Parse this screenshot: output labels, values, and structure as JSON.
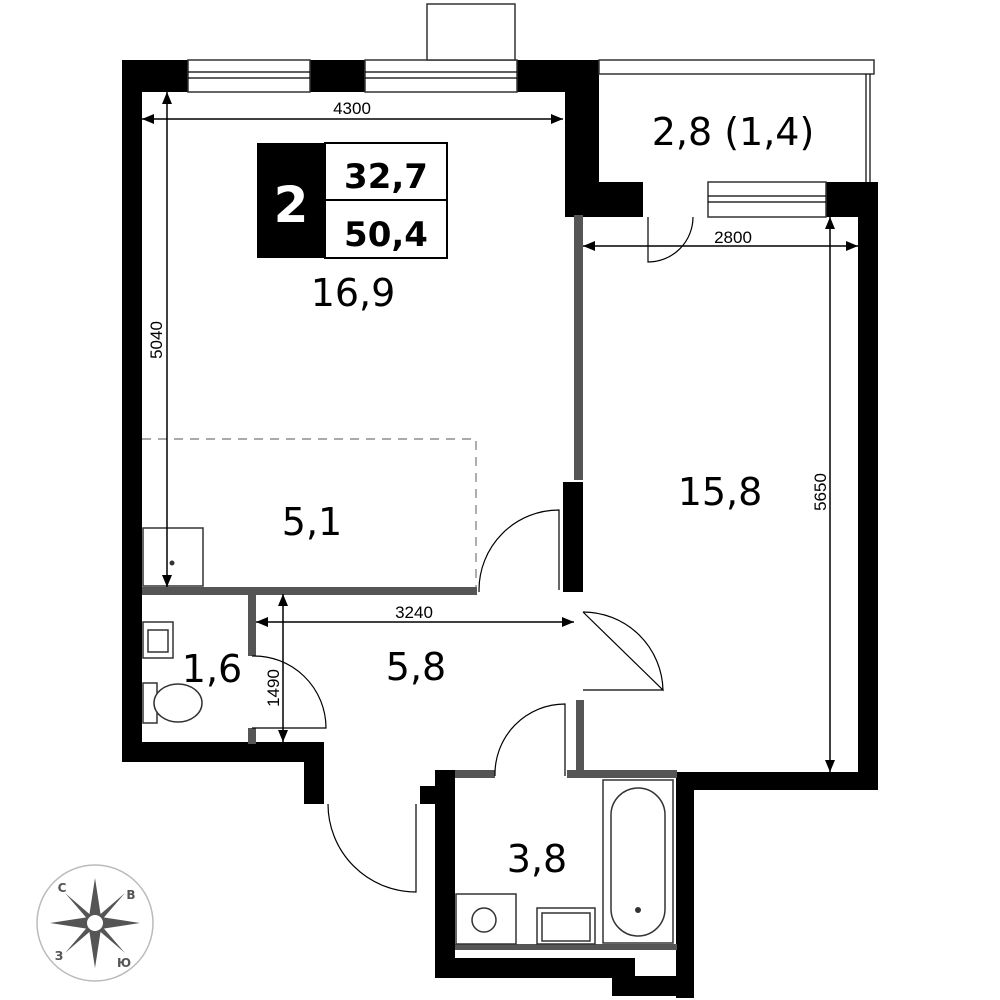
{
  "plan": {
    "rooms_count": "2",
    "living_area": "32,7",
    "total_area": "50,4"
  },
  "rooms": {
    "room_main": "16,9",
    "kitchen_zone": "5,1",
    "room_second": "15,8",
    "balcony": "2,8 (1,4)",
    "toilet": "1,6",
    "hallway": "5,8",
    "bathroom": "3,8"
  },
  "dimensions": {
    "width_main": "4300",
    "height_main": "5040",
    "width_second": "2800",
    "height_second": "5650",
    "width_hall": "3240",
    "height_toilet": "1490"
  },
  "compass": {
    "north": "С",
    "east": "В",
    "south": "Ю",
    "west": "З"
  }
}
